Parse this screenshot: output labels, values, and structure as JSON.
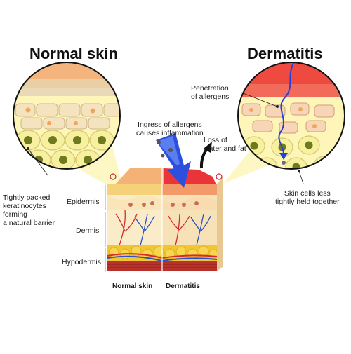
{
  "titles": {
    "left": "Normal skin",
    "right": "Dermatitis"
  },
  "callouts": {
    "penetration": "Penetration\nof allergens",
    "ingress": "Ingress of allergens\ncauses inflammation",
    "loss": "Loss of\nwater and fat",
    "tightly_packed": "Tightly packed\nkeratinocytes\nforming\na natural barrier",
    "skin_cells_less": "Skin cells less\ntightly held together"
  },
  "layers": {
    "epidermis": "Epidermis",
    "dermis": "Dermis",
    "hypodermis": "Hypodermis"
  },
  "bottom": {
    "normal": "Normal skin",
    "dermatitis": "Dermatitis"
  },
  "colors": {
    "zoom_cone": "#fdf6b8",
    "normal_surface": "#f4b277",
    "dermatitis_surface": "#e9353a",
    "allergen_path": "#2540d8",
    "epidermis_band": "#f5d27a",
    "dermis": "#faecc8",
    "fat_cells": "#f3c530",
    "muscle": "#b8322c",
    "vessel_red": "#d62a2a",
    "vessel_blue": "#2a50c8"
  }
}
